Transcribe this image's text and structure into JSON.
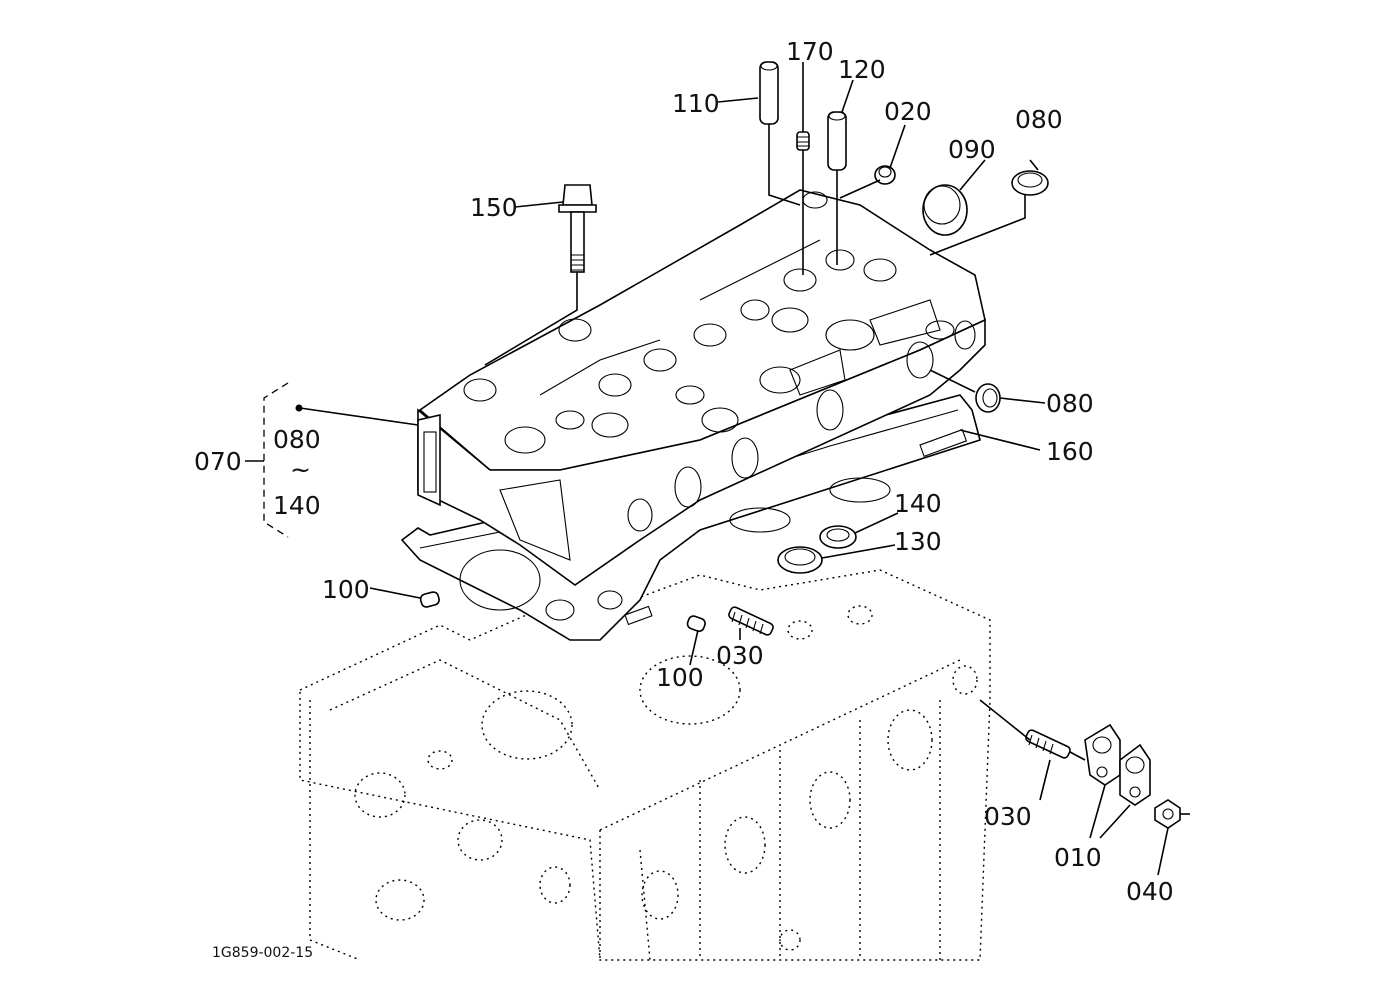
{
  "labels": {
    "p170": "170",
    "p120": "120",
    "p110": "110",
    "p020": "020",
    "p090": "090",
    "p080_top": "080",
    "p150": "150",
    "p080_right": "080",
    "p160": "160",
    "p070": "070",
    "p080_group": "080",
    "tilde": "~",
    "p140_group": "140",
    "p140": "140",
    "p130": "130",
    "p100_left": "100",
    "p100_mid": "100",
    "p030_mid": "030",
    "p030_right": "030",
    "p010": "010",
    "p040": "040"
  },
  "drawing_id": "1G859-002-15"
}
